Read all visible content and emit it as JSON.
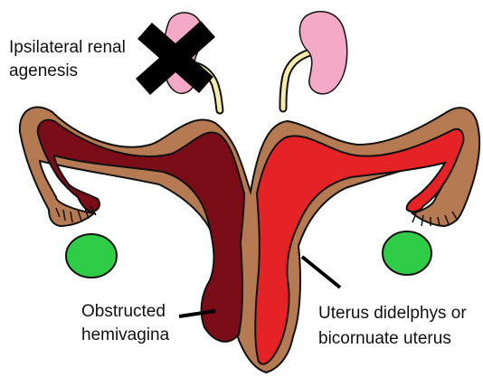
{
  "labels": {
    "renal_line1": "Ipsilateral renal",
    "renal_line2": "agenesis",
    "obstructed_line1": "Obstructed",
    "obstructed_line2": "hemivagina",
    "uterus_line1": "Uterus didelphys or",
    "uterus_line2": "bicornuate uterus"
  },
  "colors": {
    "outer_tissue": "#b57a52",
    "left_cavity": "#7a0d18",
    "right_cavity": "#e52326",
    "kidney": "#f4a9c6",
    "ureter": "#f6ebab",
    "ovary": "#2fcc47",
    "cross_mark": "#000000"
  },
  "icons": {
    "absent_kidney_marker": "cross-mark-icon"
  }
}
